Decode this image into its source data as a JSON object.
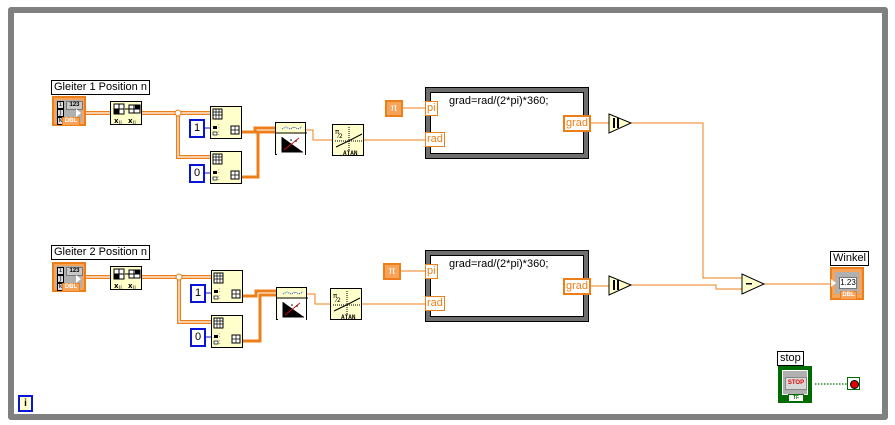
{
  "diagram": {
    "title": "LabVIEW Block Diagram",
    "colors": {
      "frame": "#808080",
      "wire_dbl": "#ec7f1a",
      "wire_bool": "#006b00",
      "const_int": "#0a14d6",
      "node_bg": "#ffffcc"
    },
    "controls": [
      {
        "label": "Gleiter 1 Position n",
        "type": "DBL array control",
        "badge": "DBL",
        "value_glyph": "123",
        "index_glyphs": [
          "i",
          "j",
          "k"
        ]
      },
      {
        "label": "Gleiter 2 Position n",
        "type": "DBL array control",
        "badge": "DBL",
        "value_glyph": "123",
        "index_glyphs": [
          "i",
          "j",
          "k"
        ]
      }
    ],
    "constants": {
      "row_index_top": "1",
      "row_index_bottom": "0",
      "pi": "π"
    },
    "functions": {
      "transpose": "transpose-2d-array",
      "index_array": "index-array",
      "linear_fit": "linear-fit",
      "atan": "ATAN",
      "abs": "absolute-value",
      "subtract": "−"
    },
    "formula_nodes": [
      {
        "expression": "grad=rad/(2*pi)*360;",
        "inputs": [
          "pi",
          "rad"
        ],
        "output": "grad"
      },
      {
        "expression": "grad=rad/(2*pi)*360;",
        "inputs": [
          "pi",
          "rad"
        ],
        "output": "grad"
      }
    ],
    "indicator": {
      "label": "Winkel",
      "value": "1.23",
      "badge": "DBL"
    },
    "stop": {
      "label": "stop",
      "button_text": "STOP",
      "badge": "TF"
    },
    "info_glyph": "i"
  }
}
